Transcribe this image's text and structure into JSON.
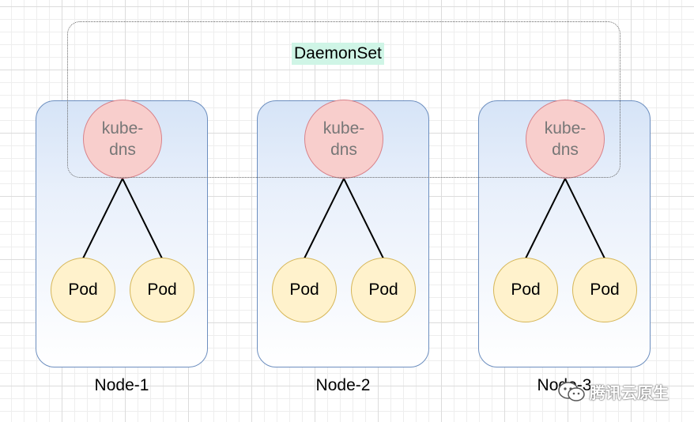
{
  "diagram": {
    "daemonset_label": "DaemonSet",
    "nodes": [
      {
        "label": "Node-1",
        "dns": [
          "kube-",
          "dns"
        ],
        "pods": [
          "Pod",
          "Pod"
        ]
      },
      {
        "label": "Node-2",
        "dns": [
          "kube-",
          "dns"
        ],
        "pods": [
          "Pod",
          "Pod"
        ]
      },
      {
        "label": "Node-3",
        "dns": [
          "kube-",
          "dns"
        ],
        "pods": [
          "Pod",
          "Pod"
        ]
      }
    ],
    "colors": {
      "node_border": "#6c8ebf",
      "node_fill_top": "#d6e4f7",
      "dns_fill": "#f8cecc",
      "dns_border": "#d8828a",
      "pod_fill": "#fff2cc",
      "pod_border": "#d6b656",
      "daemonset_label_bg": "#cff5e6"
    }
  },
  "watermark": {
    "text": "腾讯云原生",
    "icon": "wechat-icon"
  }
}
